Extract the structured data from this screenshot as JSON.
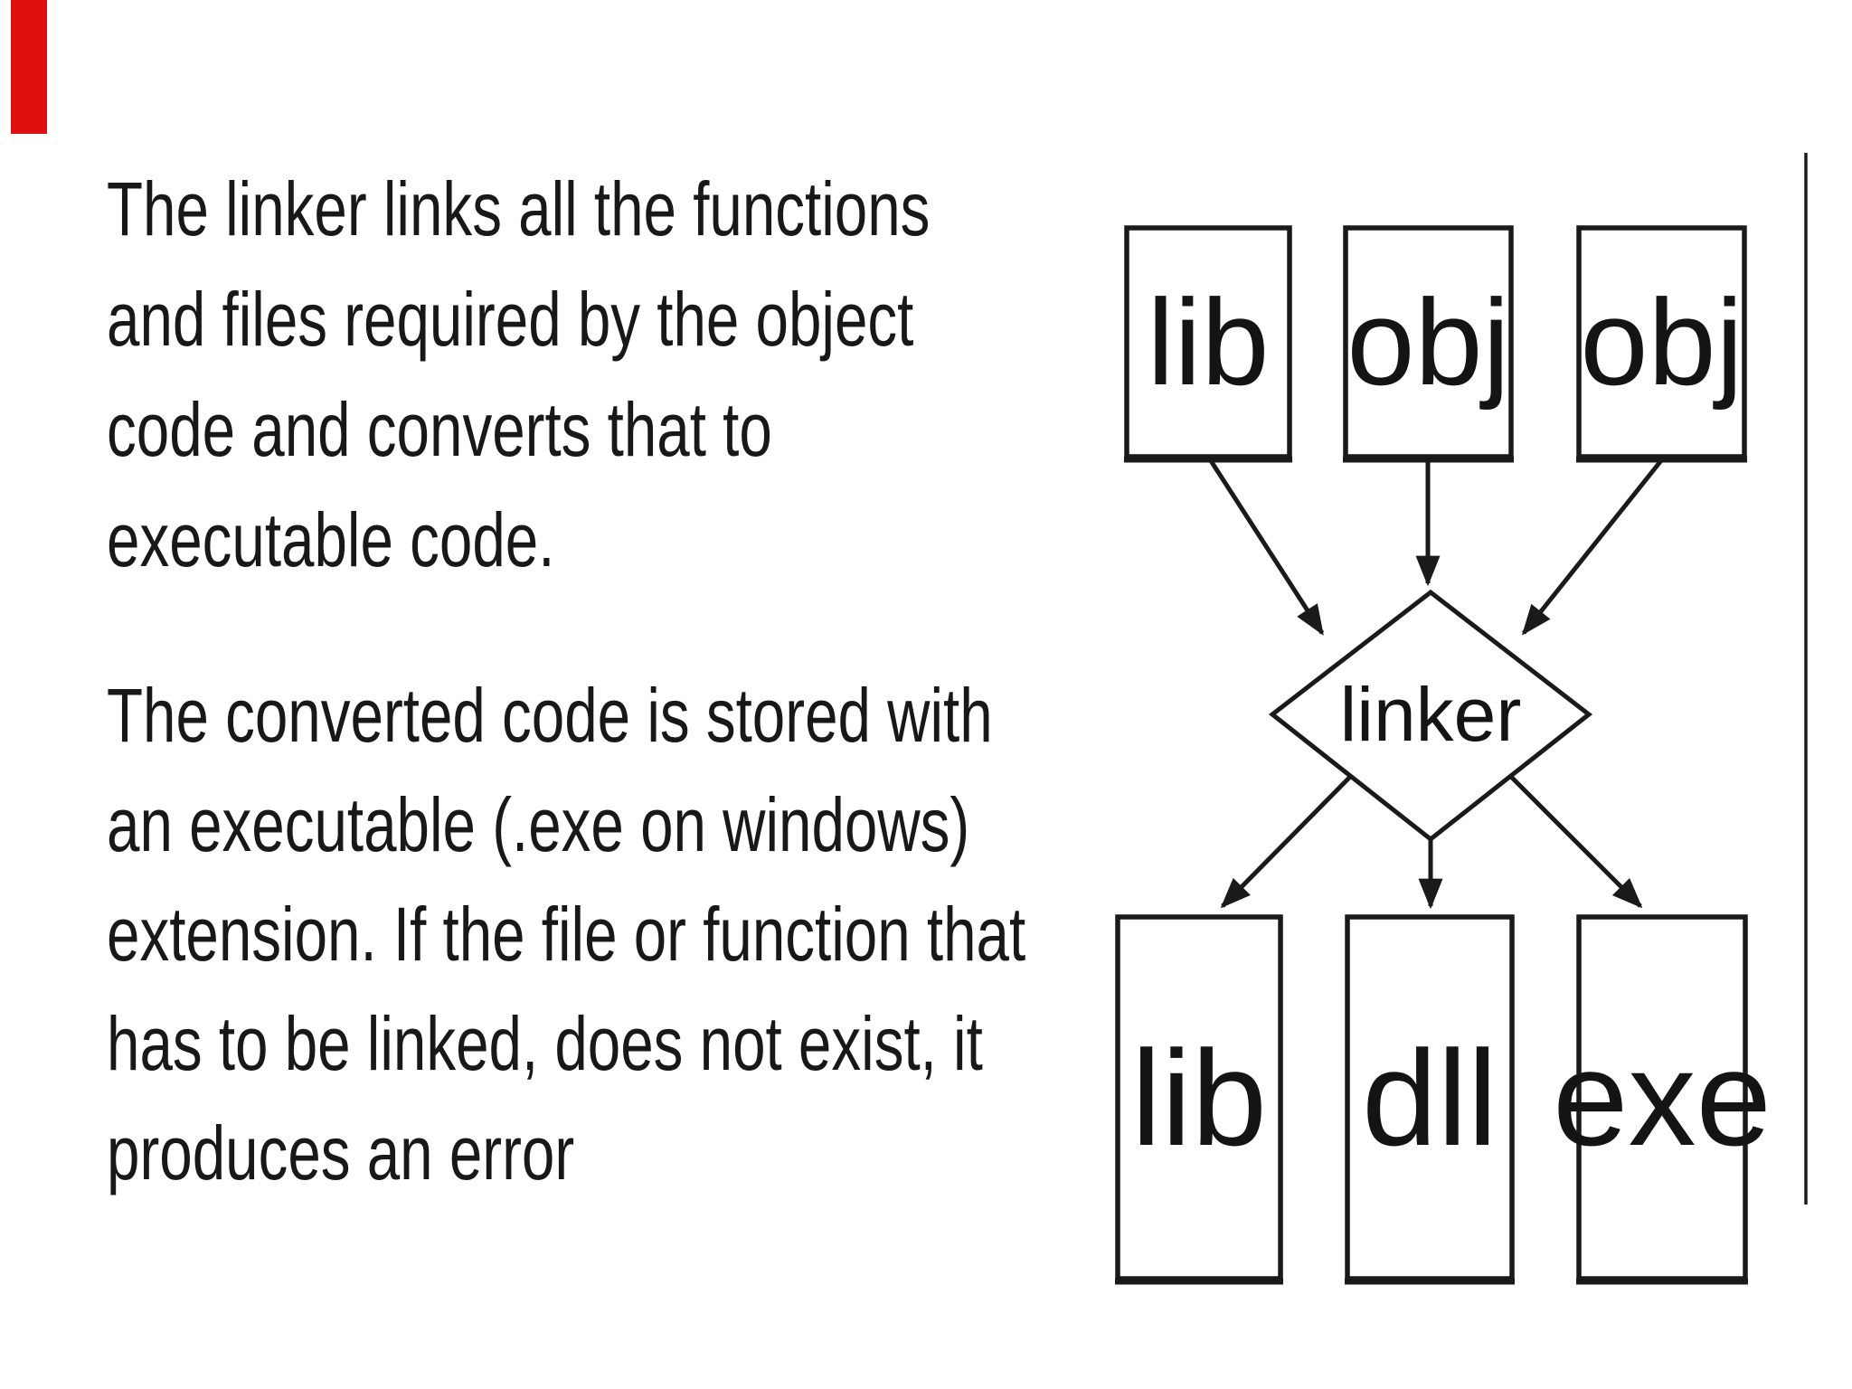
{
  "page": {
    "background": "#ffffff",
    "accent_bar_color": "#e01010",
    "ink_color": "#1a1a1a"
  },
  "text_panel": {
    "paragraph1": "The linker links all the functions\nand files required by the object\ncode and converts that to\nexecutable code.",
    "paragraph2": "The converted code is stored with\nan executable (.exe on windows)\nextension. If the file or function that\nhas to be linked, does not exist, it\nproduces an error"
  },
  "diagram": {
    "type": "flowchart",
    "top_boxes": [
      {
        "label": "lib"
      },
      {
        "label": "obj"
      },
      {
        "label": "obj"
      }
    ],
    "center_node": {
      "label": "linker",
      "shape": "diamond"
    },
    "bottom_boxes": [
      {
        "label": "lib"
      },
      {
        "label": "dll"
      },
      {
        "label": "exe"
      }
    ],
    "edges": [
      {
        "from": "lib-top",
        "to": "linker"
      },
      {
        "from": "obj-top-1",
        "to": "linker"
      },
      {
        "from": "obj-top-2",
        "to": "linker"
      },
      {
        "from": "linker",
        "to": "lib-bottom"
      },
      {
        "from": "linker",
        "to": "dll"
      },
      {
        "from": "linker",
        "to": "exe"
      }
    ]
  }
}
